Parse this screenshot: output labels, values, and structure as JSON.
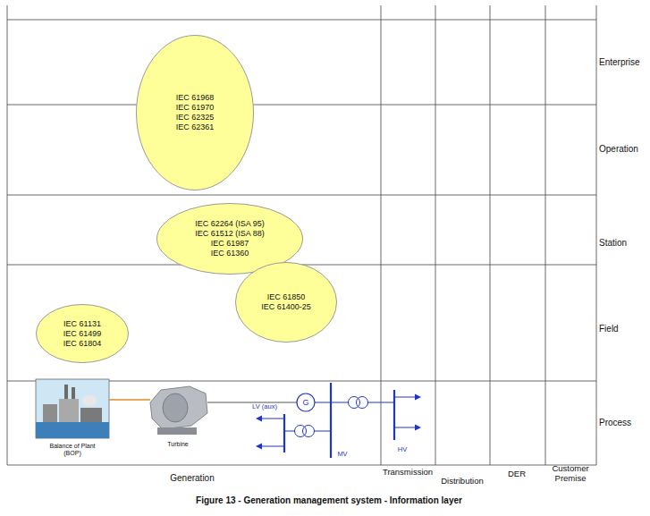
{
  "diagram": {
    "caption": "Figure 13 - Generation management system - Information layer",
    "nodes": [
      {
        "text": [
          "IEC 61968",
          "IEC 61970",
          "IEC 62325",
          "IEC 62361"
        ]
      },
      {
        "text": [
          "IEC 62264 (ISA 95)",
          "IEC 61512 (ISA 88)",
          "IEC 61987",
          "IEC 61360"
        ]
      },
      {
        "text": [
          "IEC 61850",
          "IEC 61400-25"
        ]
      },
      {
        "text": [
          "IEC 61131",
          "IEC 61499",
          "IEC 61804"
        ]
      }
    ],
    "labels": [
      "Enterprise",
      "Operation",
      "Station",
      "Field",
      "Process",
      "Generation",
      "Transmission",
      "Distribution",
      "DER",
      "Customer Premise",
      "Balance of Plant (BOP)",
      "Turbine",
      "G",
      "LV (aux)",
      "MV",
      "HV"
    ]
  }
}
